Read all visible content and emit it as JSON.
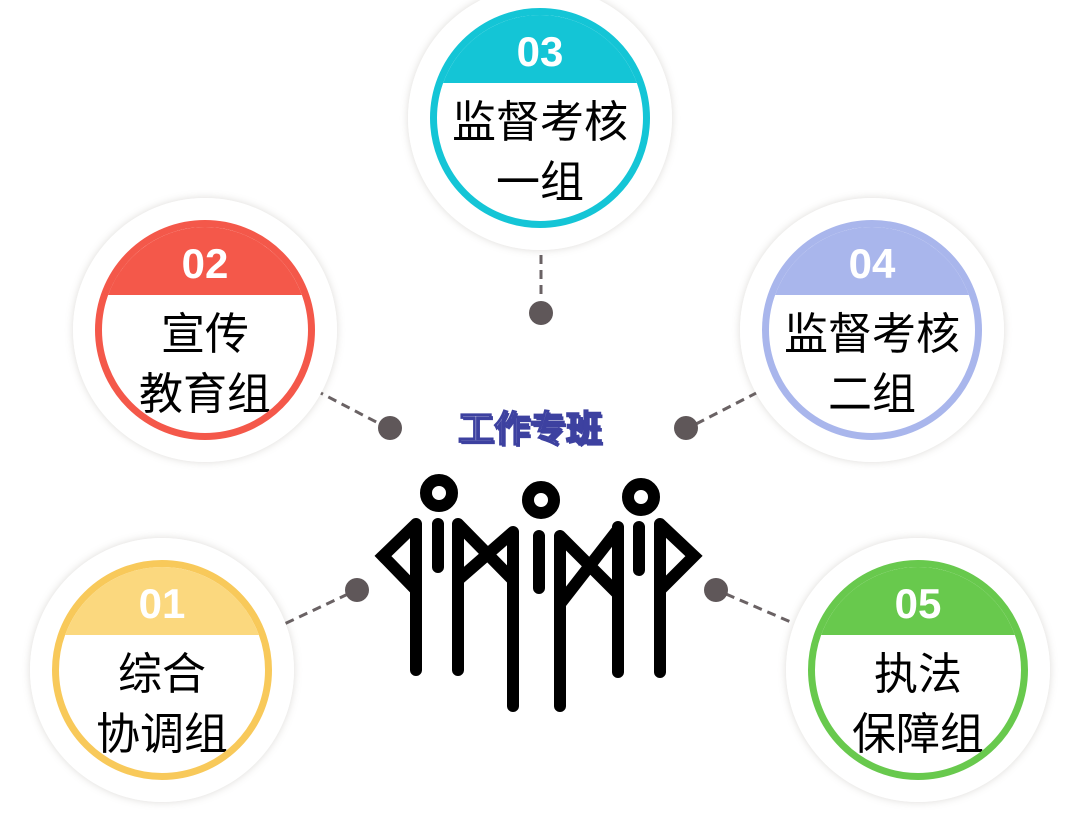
{
  "title": "工作专班",
  "groups": [
    {
      "number": "01",
      "line1": "综合",
      "line2": "协调组",
      "color": "#F8C95A",
      "cap_color": "#FBD87E"
    },
    {
      "number": "02",
      "line1": "宣传",
      "line2": "教育组",
      "color": "#F4584A",
      "cap_color": "#F4584A"
    },
    {
      "number": "03",
      "line1": "监督考核",
      "line2": "一组",
      "color": "#14C5D6",
      "cap_color": "#14C5D6"
    },
    {
      "number": "04",
      "line1": "监督考核",
      "line2": "二组",
      "color": "#A9B6EC",
      "cap_color": "#A9B6EC"
    },
    {
      "number": "05",
      "line1": "执法",
      "line2": "保障组",
      "color": "#68C94D",
      "cap_color": "#68C94D"
    }
  ]
}
